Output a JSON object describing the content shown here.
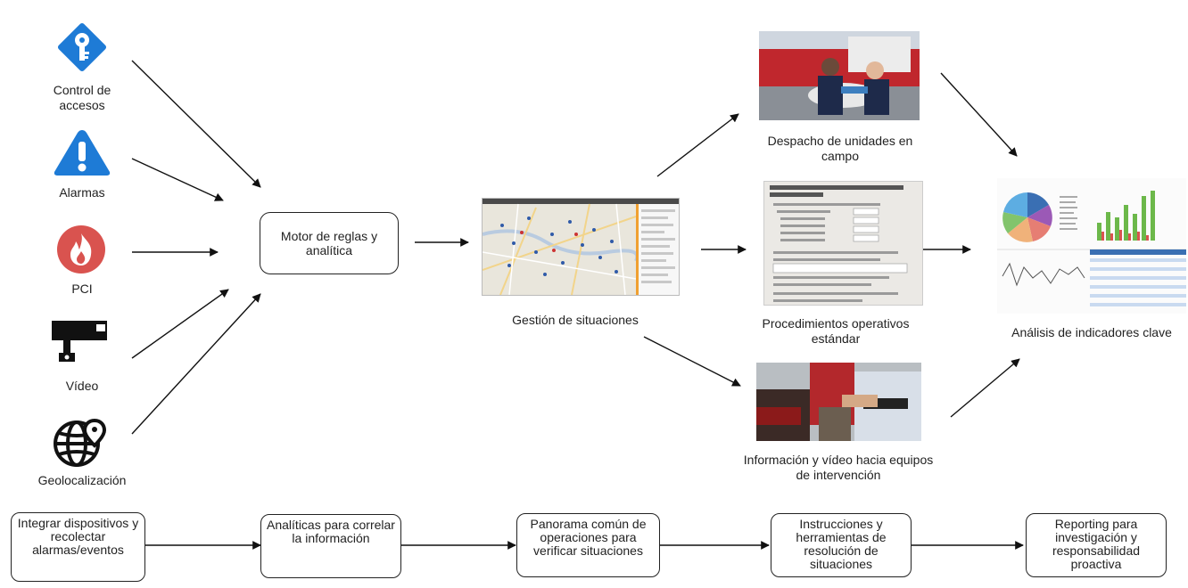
{
  "inputs": [
    {
      "label": "Control de accesos",
      "icon": "key-icon",
      "color": "#1e7bd6"
    },
    {
      "label": "Alarmas",
      "icon": "warning-icon",
      "color": "#1e7bd6"
    },
    {
      "label": "PCI",
      "icon": "fire-icon",
      "color": "#d9534f"
    },
    {
      "label": "Vídeo",
      "icon": "cctv-camera-icon",
      "color": "#111111"
    },
    {
      "label": "Geolocalización",
      "icon": "globe-pin-icon",
      "color": "#111111"
    }
  ],
  "engine": {
    "label": "Motor de reglas y analítica"
  },
  "situation": {
    "label": "Gestión de situaciones"
  },
  "outputs": {
    "dispatch": "Despacho de unidades en campo",
    "procedures": "Procedimientos operativos estándar",
    "intervention": "Información y vídeo hacia equipos de intervención",
    "kpi": "Análisis de indicadores clave"
  },
  "stages": [
    "Integrar dispositivos y recolectar alarmas/eventos",
    "Analíticas para correlar la información",
    "Panorama común de operaciones para verificar situaciones",
    "Instrucciones y herramientas de resolución de situaciones",
    "Reporting para investigación y responsabilidad proactiva"
  ]
}
